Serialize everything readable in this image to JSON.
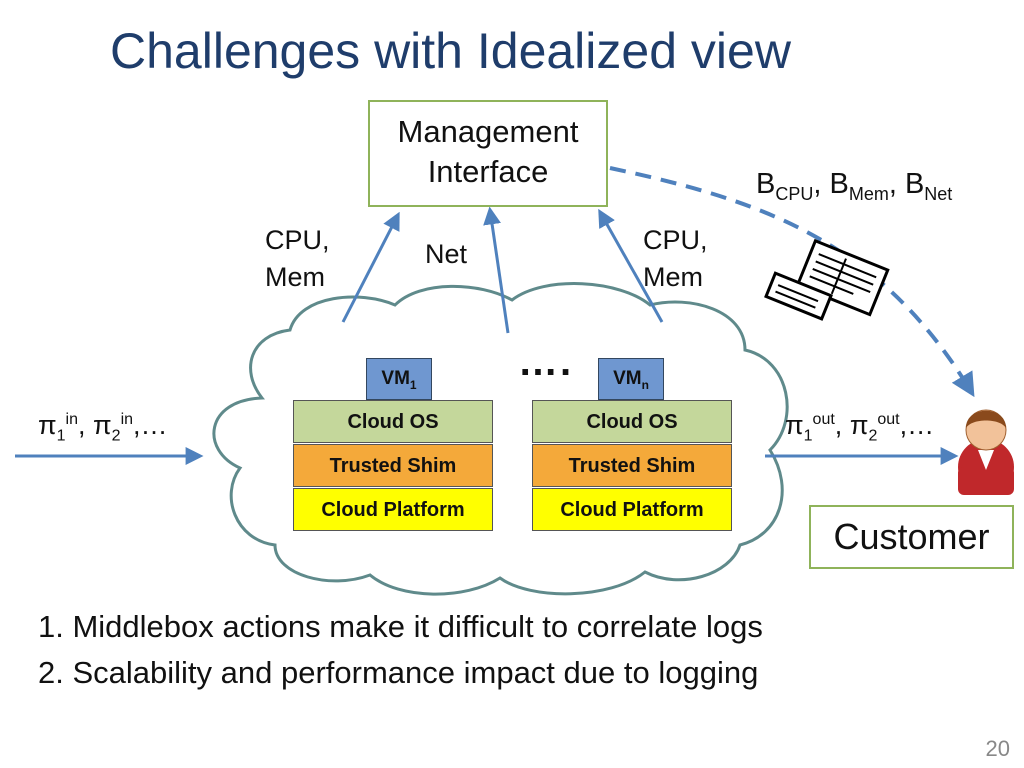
{
  "title": "Challenges with Idealized view",
  "management_interface": {
    "line1": "Management",
    "line2": "Interface"
  },
  "labels": {
    "left_resources": {
      "line1": "CPU,",
      "line2": "Mem"
    },
    "net": "Net",
    "right_resources": {
      "line1": "CPU,",
      "line2": "Mem"
    }
  },
  "budgets": {
    "b": "B",
    "cpu": "CPU",
    "mem": "Mem",
    "net": "Net",
    "sep": ", "
  },
  "ellipsis": "….",
  "stacks": [
    {
      "vm_base": "VM",
      "vm_sub": "1",
      "os": "Cloud OS",
      "shim": "Trusted Shim",
      "platform": "Cloud Platform"
    },
    {
      "vm_base": "VM",
      "vm_sub": "n",
      "os": "Cloud OS",
      "shim": "Trusted Shim",
      "platform": "Cloud Platform"
    }
  ],
  "input_flow": {
    "pi": "π",
    "s1": "1",
    "s2": "2",
    "sup": "in",
    "comma": ", ",
    "tail": ",…"
  },
  "output_flow": {
    "pi": "π",
    "s1": "1",
    "s2": "2",
    "sup": "out",
    "comma": ", ",
    "tail": ",…"
  },
  "customer": "Customer",
  "bullets": [
    "1. Middlebox actions make it difficult to correlate logs",
    "2. Scalability and performance impact due to logging"
  ],
  "page_number": "20",
  "colors": {
    "title": "#1f3d6b",
    "arrow": "#4f81bd",
    "cloud_border": "#5f8a8b",
    "green_border": "#8fb35a",
    "cloud_os": "#c4d79b",
    "trusted_shim": "#f4a93a",
    "cloud_platform": "#ffff00",
    "vm": "#6f97d0"
  },
  "icons": [
    "bill-icon",
    "customer-person-icon"
  ]
}
